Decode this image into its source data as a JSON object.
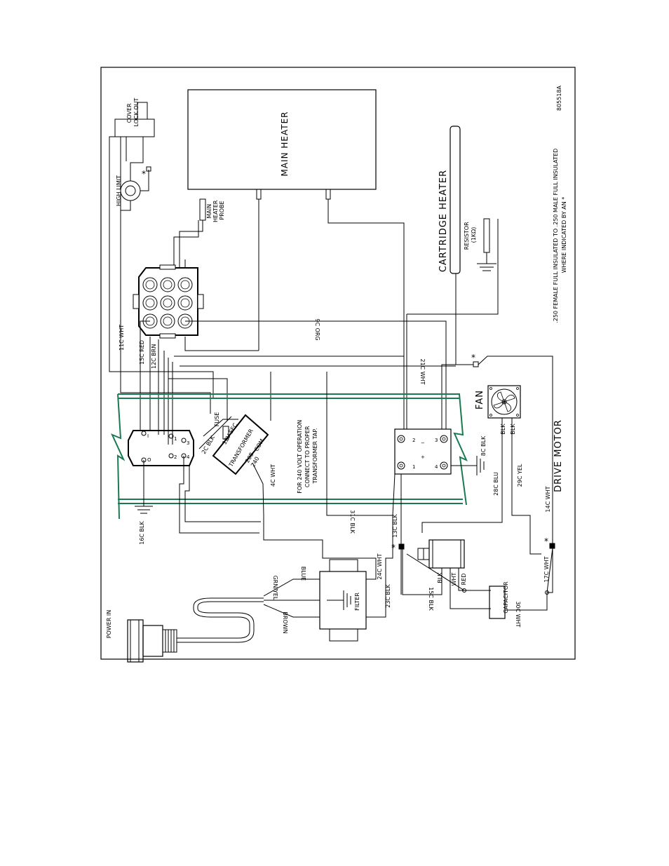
{
  "drawing_number": "805518A",
  "notes": {
    "line1": ".250 FEMALE FULL INSULATED TO .250 MALE FULL INSULATED",
    "line2": "WHERE INDICATED BY AN *",
    "transformer_line1": "FOR 240 VOLT OPERATION",
    "transformer_line2": "CONNECT TO PROPER",
    "transformer_line3": "TRANSFORMER TAP."
  },
  "components": {
    "main_heater": "MAIN HEATER",
    "cartridge_heater": "CARTRIDGE HEATER",
    "cover_lockout_1": "COVER",
    "cover_lockout_2": "LOCK OUT",
    "high_limit": "HIGH LIMIT",
    "probe_1": "MAIN",
    "probe_2": "HEATER",
    "probe_3": "PROBE",
    "resistor_1": "RESISTOR",
    "resistor_2": "(1KΩ)",
    "fan": "FAN",
    "drive_motor": "DRIVE MOTOR",
    "fuse": "FUSE",
    "sec": "12V SEC",
    "transformer": "TRANSFORMER",
    "com": "COM",
    "tap_208": "208",
    "tap_240": "240",
    "filter": "FILTER",
    "capacitor": "CAPACITOR",
    "power_in": "POWER IN"
  },
  "wires": {
    "w11c": "11C WHT",
    "w15c_red": "15C RED",
    "w12c": "12C BRN",
    "w9c": "9C ORG",
    "w21c": "21C WHT",
    "w16c": "16C BLK",
    "w2c": "2C BLK",
    "w4c": "4C WHT",
    "w8c": "8C BLK",
    "w31c": "31C BLK",
    "w13c": "13C BLK",
    "w24c": "24C WHT",
    "w23c": "23C BLK",
    "w15c_blk": "15C BLK",
    "w28c": "28C BLU",
    "w29c": "29C YEL",
    "w14c": "14C WHT",
    "w17c": "17C WHT",
    "w30c": "30C WHT",
    "blk1": "BLK",
    "blk2": "BLK",
    "motor_blk": "BLK",
    "motor_wht": "WHT",
    "motor_red": "RED",
    "blue": "BLUE",
    "grn_yel": "GRN/YEL",
    "brown": "BROWN"
  },
  "terminals": {
    "sw_i": "I",
    "sw_o": "O",
    "sw_1": "1",
    "sw_2": "2",
    "sw_3": "3",
    "sw_4": "4",
    "ssr_1": "1",
    "ssr_2": "2",
    "ssr_3": "3",
    "ssr_4": "4",
    "ssr_plus": "+",
    "ssr_minus": "−"
  },
  "markers": {
    "star": "*"
  }
}
